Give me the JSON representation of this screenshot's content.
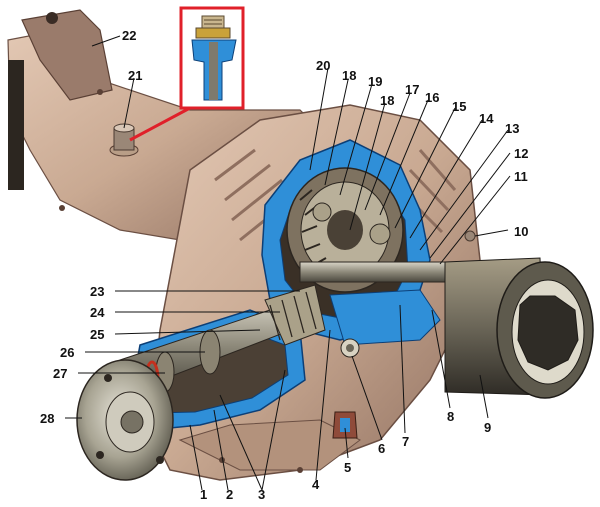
{
  "diagram": {
    "callouts": [
      "1",
      "2",
      "3",
      "4",
      "5",
      "6",
      "7",
      "8",
      "9",
      "10",
      "11",
      "12",
      "13",
      "14",
      "15",
      "16",
      "17",
      "18",
      "18",
      "19",
      "20",
      "21",
      "22",
      "23",
      "24",
      "25",
      "26",
      "27",
      "28"
    ]
  },
  "colors": {
    "background": "#ffffff",
    "housing": "#c9a992",
    "housing_shadow": "#8f6f5f",
    "cutaway": "#2f8fd8",
    "shaft": "#6b6658",
    "inset_frame": "#e0202a",
    "leader": "#111111"
  },
  "icons": [
    "gear-icon",
    "ring-gear-icon",
    "pinion-icon",
    "flange-icon",
    "bearing-icon",
    "breather-valve-icon",
    "axle-tube-icon"
  ]
}
